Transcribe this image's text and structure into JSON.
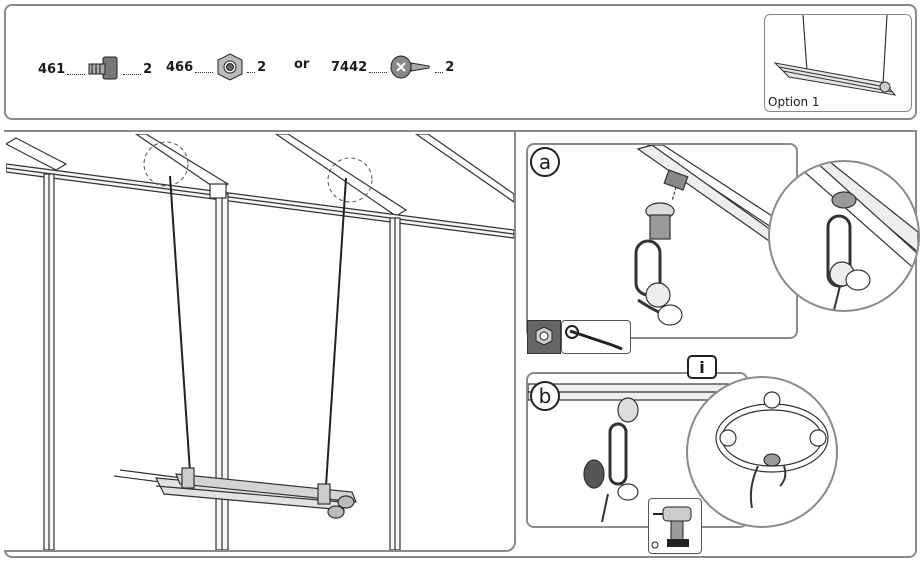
{
  "parts": [
    {
      "code": "461",
      "qty": "2",
      "icon": "bolt-icon"
    },
    {
      "code": "466",
      "qty": "2",
      "icon": "nut-icon"
    },
    {
      "code": "7442",
      "qty": "2",
      "icon": "screw-icon"
    }
  ],
  "or_label": "or",
  "thumbnail": {
    "label": "Option 1"
  },
  "steps": {
    "a": "a",
    "b": "b"
  },
  "info_label": "i"
}
